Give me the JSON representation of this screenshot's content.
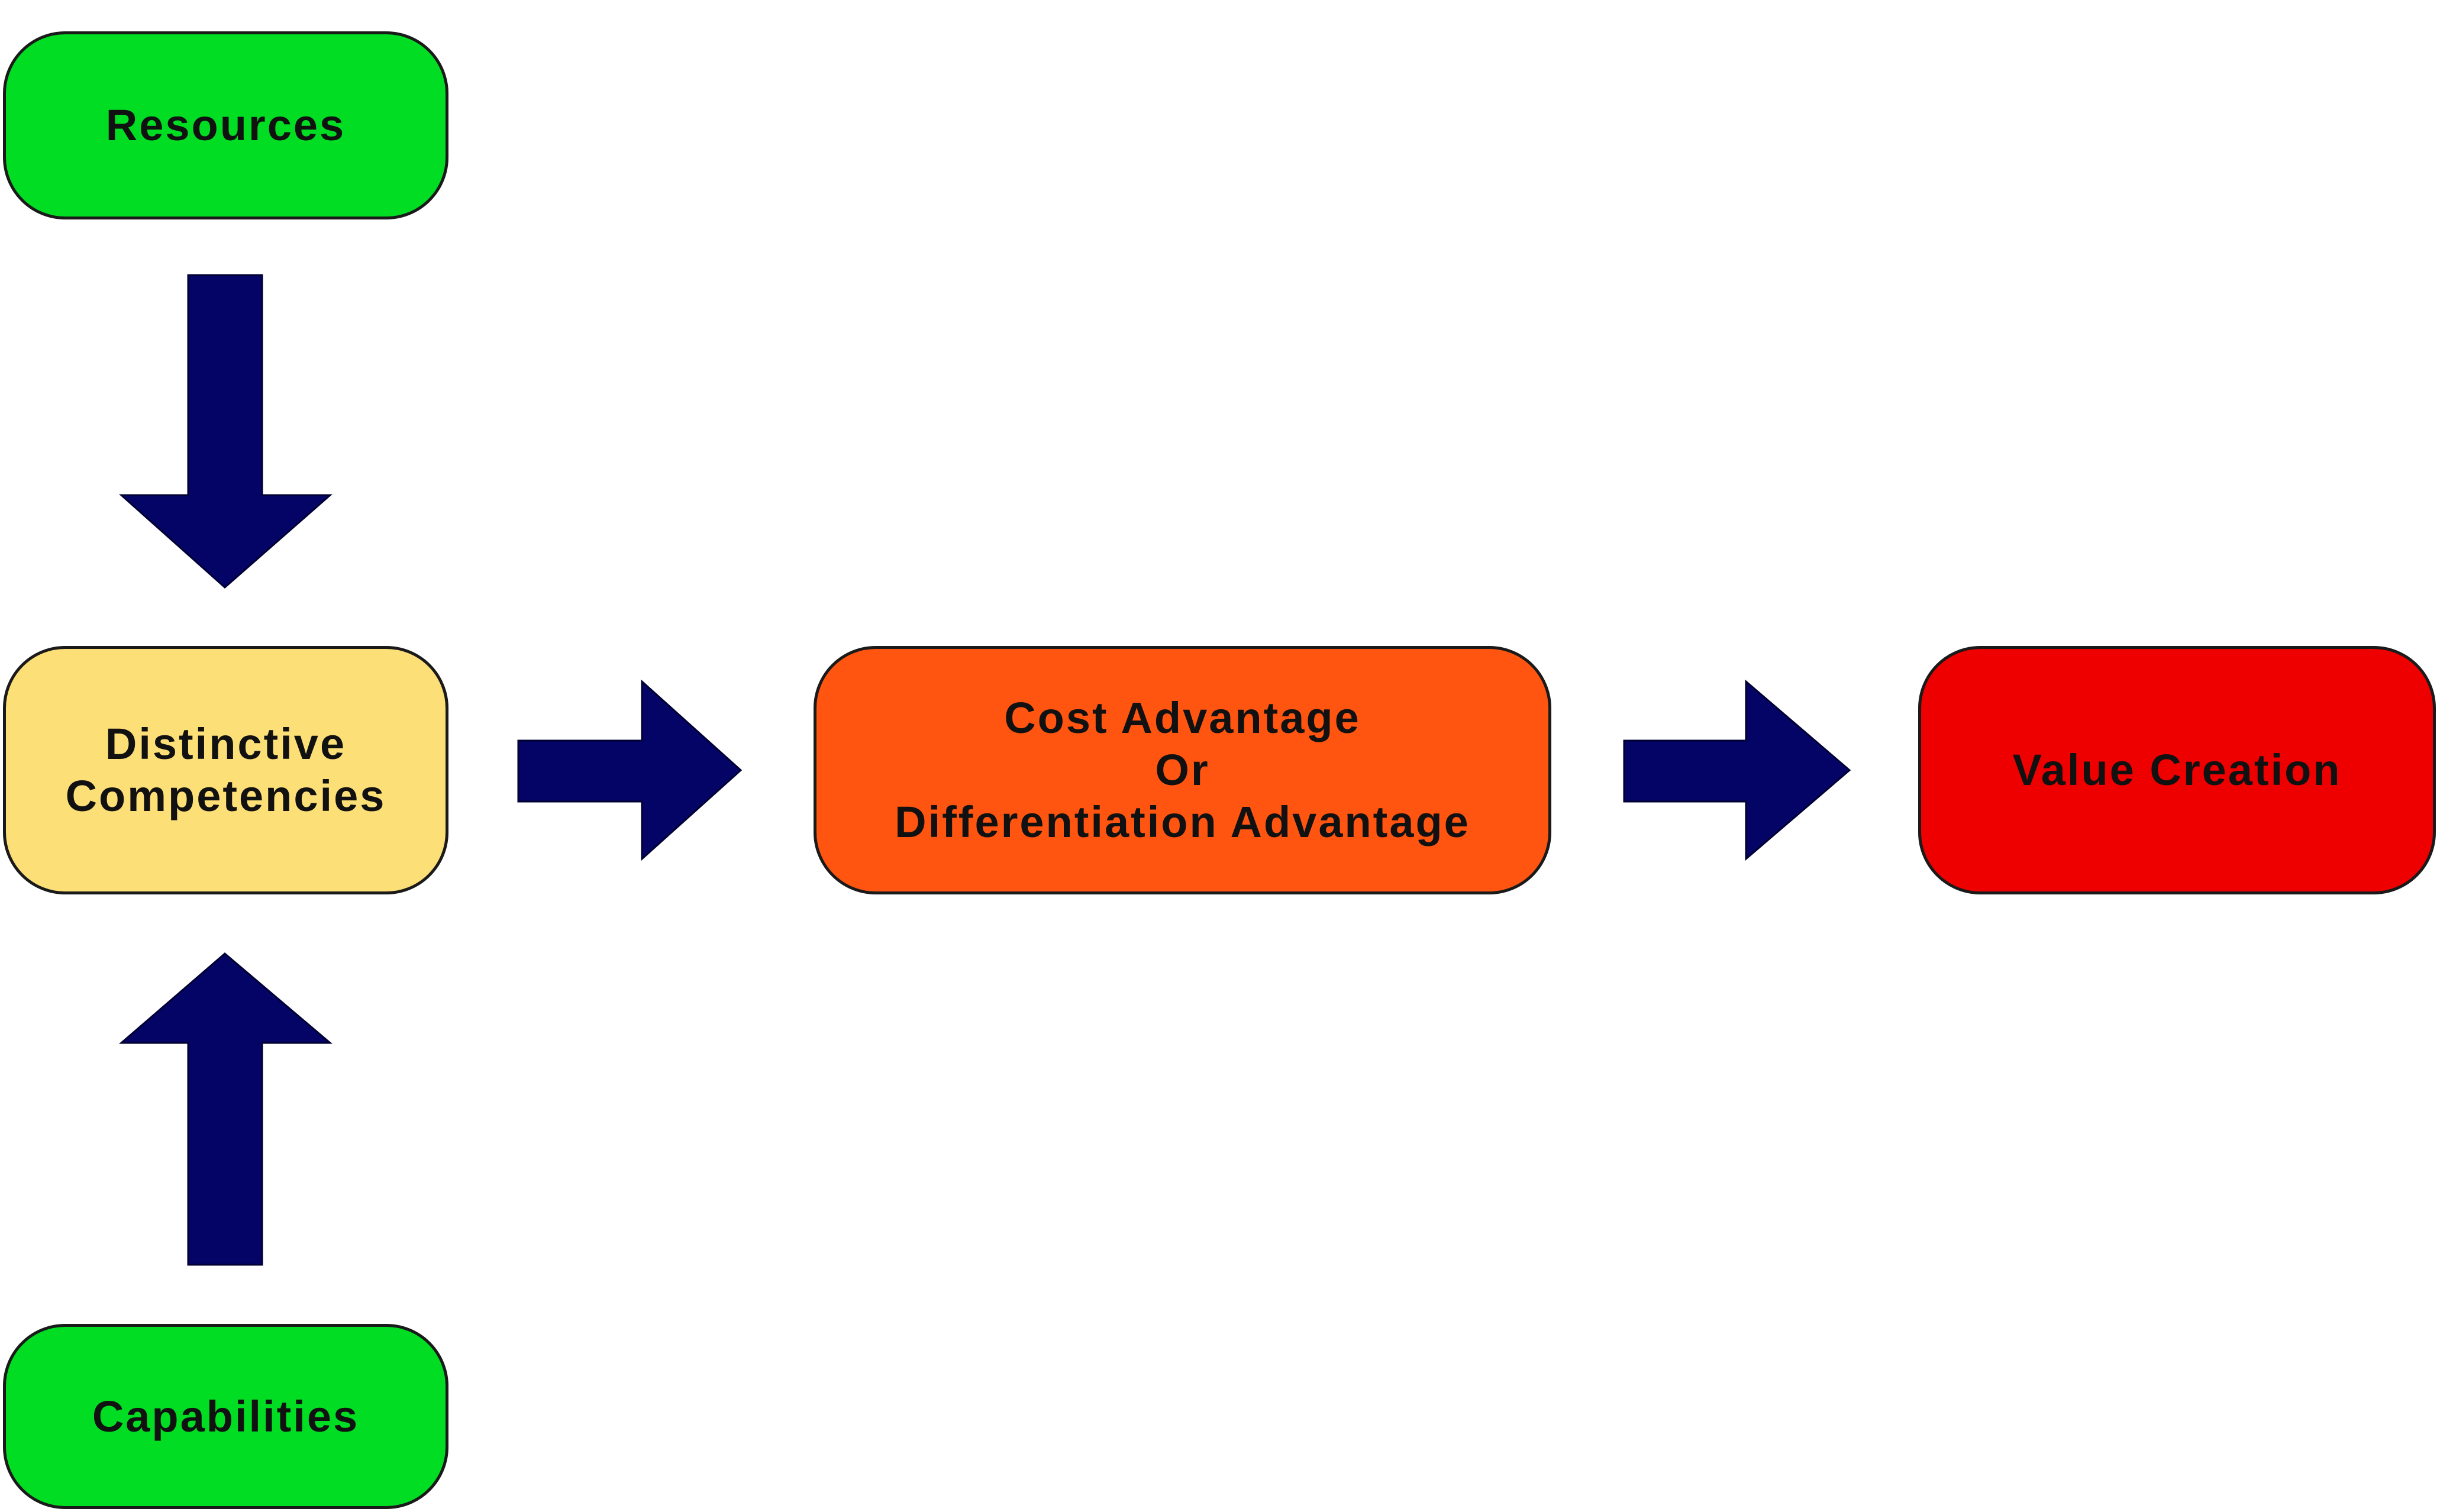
{
  "colors": {
    "resources": "#00dd22",
    "distinctive_competencies": "#fcdf77",
    "advantage": "#ff5511",
    "value_creation": "#ee0000",
    "capabilities": "#00dd22",
    "arrow": "#040466"
  },
  "nodes": {
    "resources": "Resources",
    "distinctive_competencies": [
      "Distinctive",
      "Competencies"
    ],
    "advantage": [
      "Cost Advantage",
      "Or",
      "Differentiation Advantage"
    ],
    "value_creation": "Value Creation",
    "capabilities": "Capabilities"
  },
  "arrows": [
    {
      "from": "resources",
      "to": "distinctive_competencies"
    },
    {
      "from": "capabilities",
      "to": "distinctive_competencies"
    },
    {
      "from": "distinctive_competencies",
      "to": "advantage"
    },
    {
      "from": "advantage",
      "to": "value_creation"
    }
  ]
}
